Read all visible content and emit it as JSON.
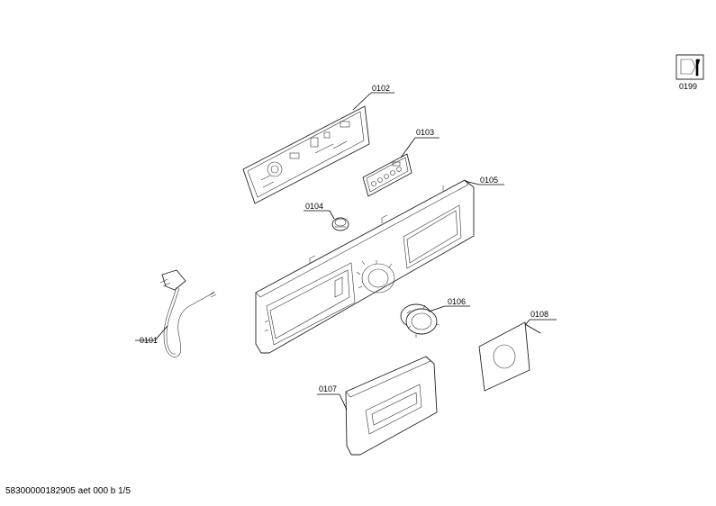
{
  "parts": {
    "p0101": "0101",
    "p0102": "0102",
    "p0103": "0103",
    "p0104": "0104",
    "p0105": "0105",
    "p0106": "0106",
    "p0107": "0107",
    "p0108": "0108",
    "p0199": "0199"
  },
  "icons": {
    "service": "service-tool-icon"
  },
  "footer": {
    "doc_id": "58300000182905 aet 000 b 1/5"
  }
}
